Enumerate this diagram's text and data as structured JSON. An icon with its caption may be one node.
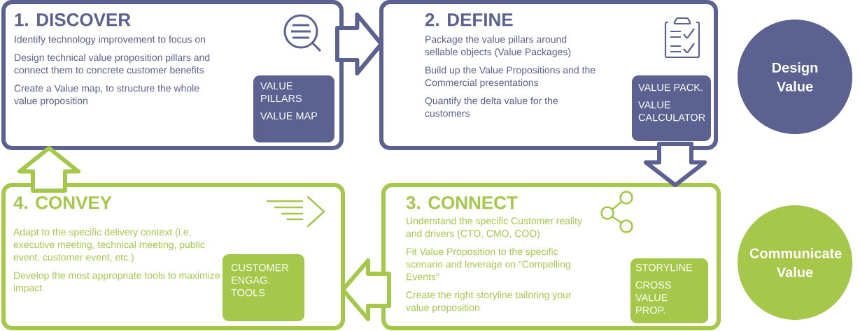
{
  "diagram": {
    "nodes": [
      {
        "text": [
          "1. DISCOVER",
          "Identify technology improvement to focus on",
          "Design technical value proposition pillars and connect them to concrete customer benefits",
          "Create a Value map, to structure the whole value proposition"
        ]
      },
      {
        "text": [
          "VALUE PILLARS",
          "VALUE MAP"
        ],
        "in": 0
      },
      {
        "text": [
          "2. DEFINE",
          "Package the value pillars around sellable objects (Value Packages)",
          "Build up the Value Propositions and the Commercial presentations",
          "Quantify the delta value for the customers"
        ]
      },
      {
        "text": [
          "VALUE PACK.",
          "VALUE CALCULATOR"
        ],
        "in": 2
      },
      {
        "text": [
          "Design Value"
        ]
      },
      {
        "text": [
          "4. CONVEY",
          "Adapt to the specific delivery context (i.e. executive meeting, technical meeting, public event, customer event, etc.)",
          "Develop the most appropriate tools to maximize impact"
        ]
      },
      {
        "text": [
          "CUSTOMER ENGAG. TOOLS"
        ],
        "in": 5
      },
      {
        "text": [
          "3. CONNECT",
          "Understand  the specific Customer reality and drivers (CTO, CMO, COO)",
          "Fit Value Proposition to the specific scenario and leverage on “Compelling Events”",
          "Create the right storyline tailoring your value proposition"
        ]
      },
      {
        "text": [
          "STORYLINE",
          "CROSS VALUE PROP."
        ],
        "in": 7
      },
      {
        "text": [
          "Communicate Value"
        ]
      }
    ],
    "edges": [
      {
        "from": 0,
        "to": 2,
        "arrow": "to"
      },
      {
        "from": 2,
        "to": 7,
        "arrow": "to"
      },
      {
        "from": 7,
        "to": 5,
        "arrow": "to",
        "color": "#a5c84a"
      },
      {
        "from": 5,
        "to": 0,
        "arrow": "to",
        "color": "#a5c84a"
      }
    ]
  }
}
